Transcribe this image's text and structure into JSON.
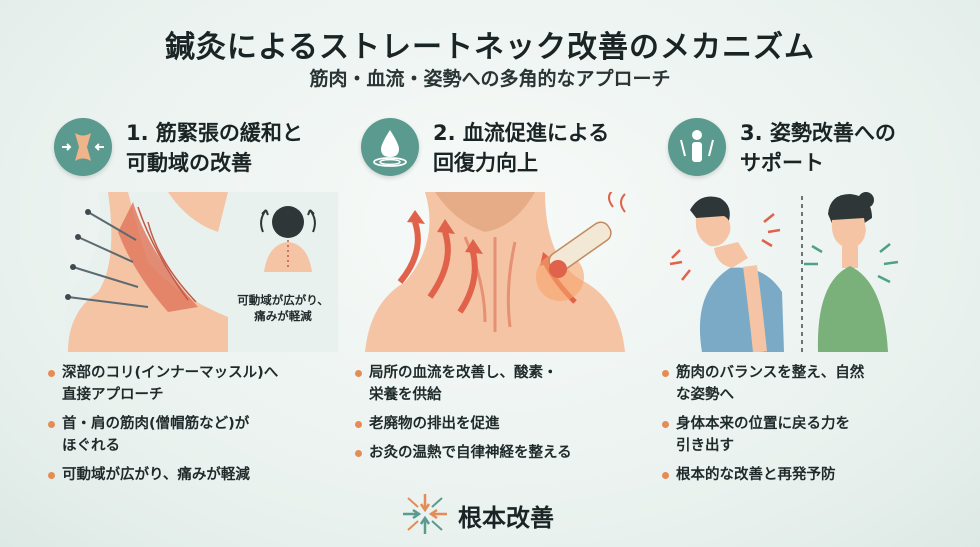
{
  "title": "鍼灸によるストレートネック改善のメカニズム",
  "subtitle": "筋肉・血流・姿勢への多角的なアプローチ",
  "columns": [
    {
      "heading_line1": "1. 筋緊張の緩和と",
      "heading_line2": "可動域の改善",
      "icon": "muscle-relax-icon",
      "caption_line1": "可動域が広がり、",
      "caption_line2": "痛みが軽減",
      "bullets": [
        {
          "l1": "深部のコリ(インナーマッスル)へ",
          "l2": "直接アプローチ"
        },
        {
          "l1": "首・肩の筋肉(僧帽筋など)が",
          "l2": "ほぐれる"
        },
        {
          "l1": "可動域が広がり、痛みが軽減",
          "l2": ""
        }
      ]
    },
    {
      "heading_line1": "2. 血流促進による",
      "heading_line2": "回復力向上",
      "icon": "water-drop-icon",
      "bullets": [
        {
          "l1": "局所の血流を改善し、酸素・",
          "l2": "栄養を供給"
        },
        {
          "l1": "老廃物の排出を促進",
          "l2": ""
        },
        {
          "l1": "お灸の温熱で自律神経を整える",
          "l2": ""
        }
      ]
    },
    {
      "heading_line1": "3. 姿勢改善への",
      "heading_line2": "サポート",
      "icon": "posture-icon",
      "bullets": [
        {
          "l1": "筋肉のバランスを整え、自然",
          "l2": "な姿勢へ"
        },
        {
          "l1": "身体本来の位置に戻る力を",
          "l2": "引き出す"
        },
        {
          "l1": "根本的な改善と再発予防",
          "l2": ""
        }
      ]
    }
  ],
  "footer": {
    "label": "根本改善",
    "icon": "converge-arrows-icon"
  },
  "colors": {
    "teal": "#5b9a8e",
    "orange": "#e58c56",
    "skin": "#f4c4a4",
    "red": "#e0624a"
  }
}
